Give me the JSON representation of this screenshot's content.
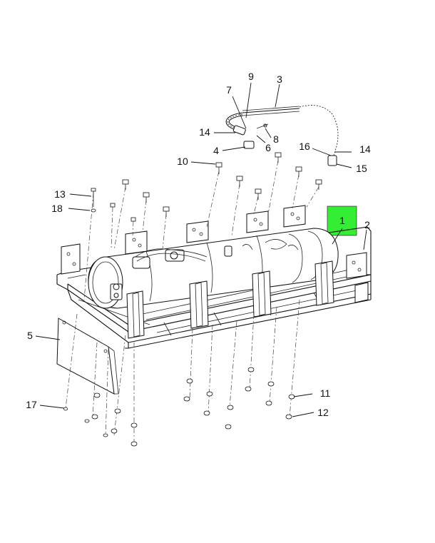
{
  "highlight_color": "#33ee33",
  "callouts": {
    "c1": "1",
    "c2": "2",
    "c3": "3",
    "c4": "4",
    "c5": "5",
    "c6": "6",
    "c7": "7",
    "c8": "8",
    "c9": "9",
    "c10": "10",
    "c11": "11",
    "c12": "12",
    "c13": "13",
    "c14a": "14",
    "c14b": "14",
    "c15": "15",
    "c16": "16",
    "c17": "17",
    "c18": "18"
  }
}
